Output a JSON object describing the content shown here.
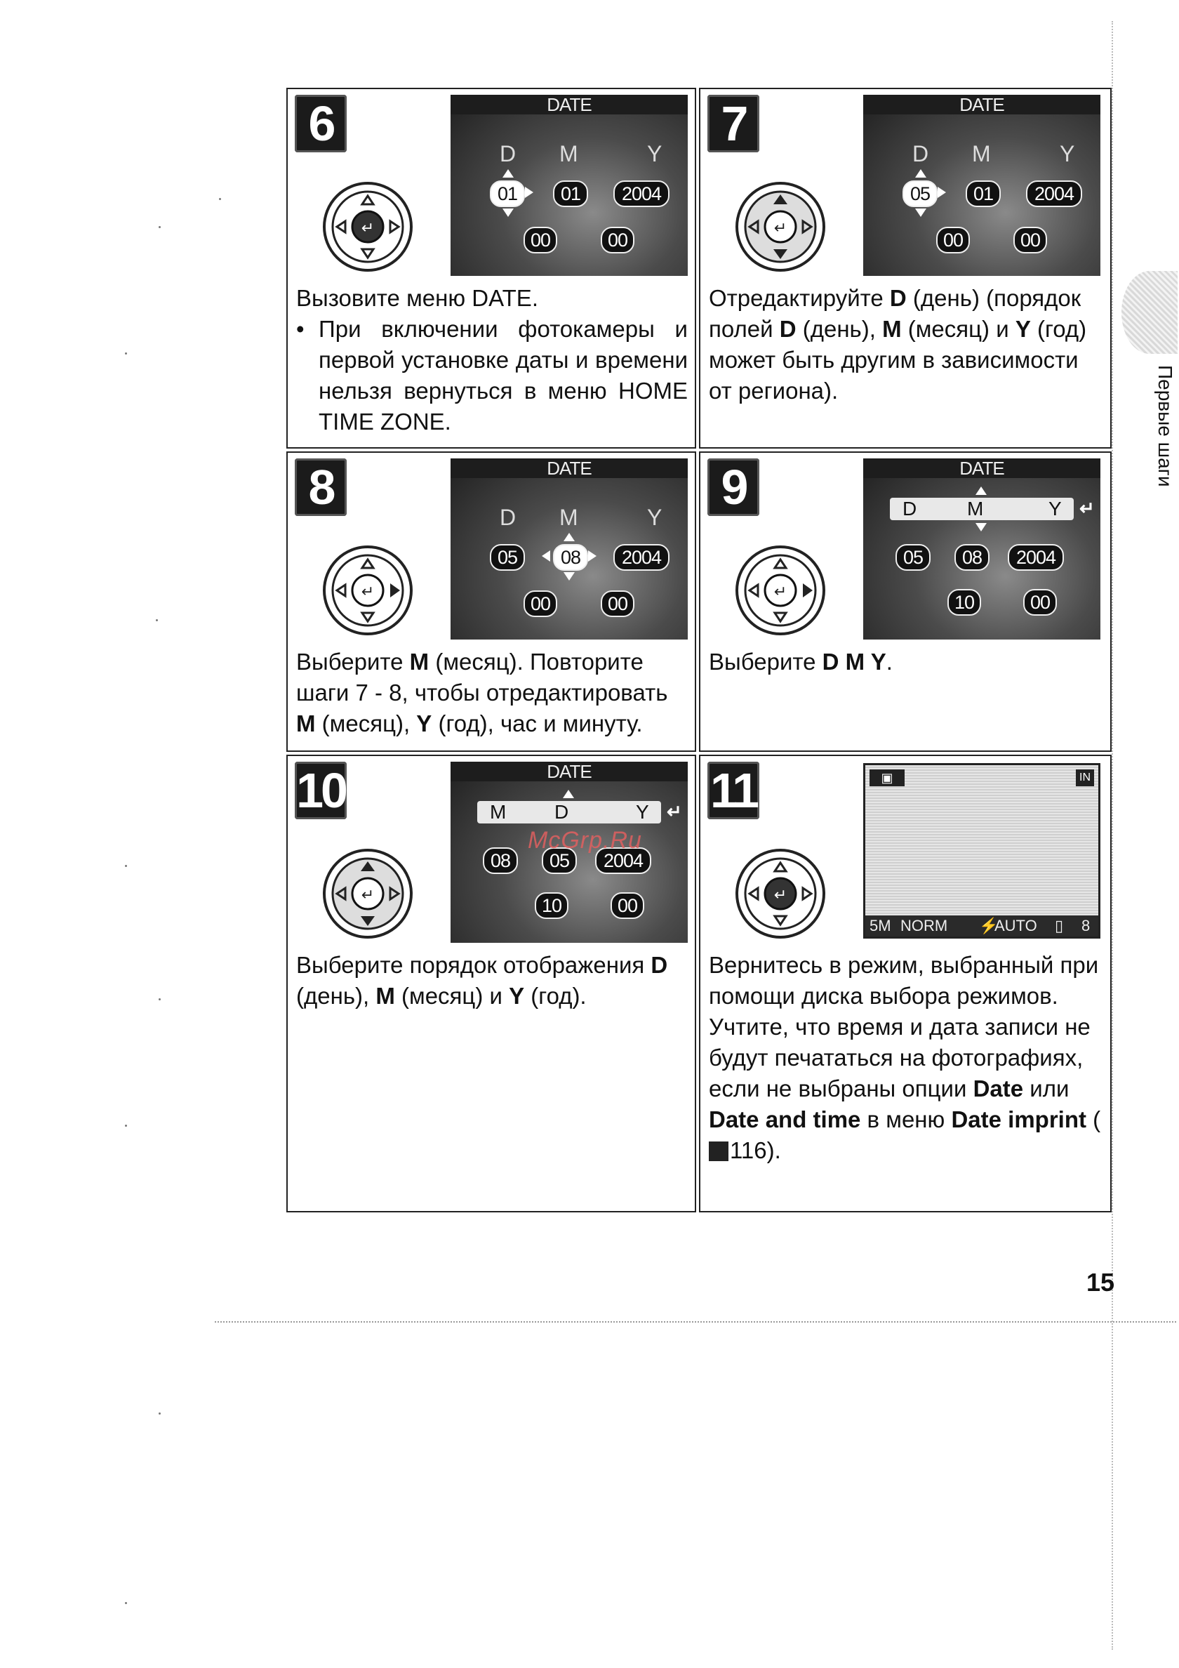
{
  "side_tab": "Первые шаги",
  "page_number": "15",
  "watermark": "McGrp.Ru",
  "steps": [
    {
      "number": "6",
      "screen": {
        "title": "DATE",
        "labels": [
          "D",
          "M",
          "Y"
        ],
        "date": [
          "01",
          "01",
          "2004"
        ],
        "time": [
          "00",
          "00"
        ]
      },
      "text_lead": "Вызовите меню DATE.",
      "bullet": "При включении фотокамеры и первой установке даты и времени нельзя вернуться в меню HOME TIME ZONE."
    },
    {
      "number": "7",
      "screen": {
        "title": "DATE",
        "labels": [
          "D",
          "M",
          "Y"
        ],
        "date": [
          "05",
          "01",
          "2004"
        ],
        "time": [
          "00",
          "00"
        ]
      },
      "text": {
        "p1": "Отредактируйте ",
        "b1": "D",
        "p2": " (день) (порядок полей ",
        "b2": "D",
        "p3": " (день), ",
        "b3": "M",
        "p4": " (месяц) и ",
        "b4": "Y",
        "p5": " (год) может быть другим в зависимости от региона)."
      }
    },
    {
      "number": "8",
      "screen": {
        "title": "DATE",
        "labels": [
          "D",
          "M",
          "Y"
        ],
        "date": [
          "05",
          "08",
          "2004"
        ],
        "time": [
          "00",
          "00"
        ]
      },
      "text": {
        "p1": "Выберите ",
        "b1": "M",
        "p2": " (месяц). Повторите шаги 7 - 8, чтобы отредактировать ",
        "b2": "M",
        "p3": " (месяц), ",
        "b3": "Y",
        "p4": " (год), час и минуту."
      }
    },
    {
      "number": "9",
      "screen": {
        "title": "DATE",
        "order": [
          "D",
          "M",
          "Y"
        ],
        "date": [
          "05",
          "08",
          "2004"
        ],
        "time": [
          "10",
          "00"
        ]
      },
      "text": {
        "p1": "Выберите ",
        "b1": "D M Y",
        "p2": "."
      }
    },
    {
      "number": "10",
      "screen": {
        "title": "DATE",
        "order": [
          "M",
          "D",
          "Y"
        ],
        "date": [
          "08",
          "05",
          "2004"
        ],
        "time": [
          "10",
          "00"
        ]
      },
      "text": {
        "p1": "Выберите порядок отображения ",
        "b1": "D",
        "p2": " (день), ",
        "b2": "M",
        "p3": " (месяц) и ",
        "b3": "Y",
        "p4": " (год)."
      }
    },
    {
      "number": "11",
      "screen": {
        "mode_badge": "▣",
        "memory_badge": "IN",
        "size": "5M",
        "quality": "NORM",
        "flash": "AUTO",
        "shots": "8"
      },
      "text": {
        "p1": "Вернитесь в режим, выбранный при помощи диска выбора режимов.",
        "p2": "Учтите, что время и дата записи не будут печататься на фотографиях, если не выбраны опции ",
        "b1": "Date",
        "p3": " или ",
        "b2": "Date and time",
        "p4": " в меню ",
        "b3": "Date imprint",
        "p5": " (",
        "ref_icon": "book-icon",
        "p6": "116)."
      }
    }
  ]
}
